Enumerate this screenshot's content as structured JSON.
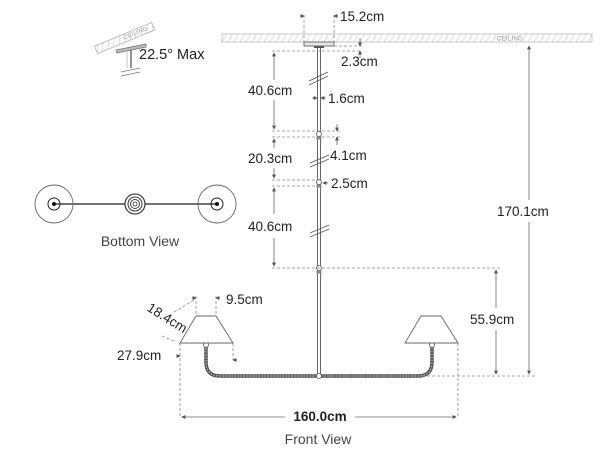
{
  "diagram": {
    "type": "dimension-drawing",
    "subject": "two-light linear pendant chandelier",
    "views": {
      "front": {
        "caption": "Front View"
      },
      "bottom": {
        "caption": "Bottom View"
      },
      "tilt": {
        "label": "22.5° Max",
        "ceiling_text": "CEILING"
      }
    },
    "ceiling_label": "CEILING",
    "dimensions": {
      "canopy_width": "15.2cm",
      "canopy_height": "2.3cm",
      "stem_upper": "40.6cm",
      "stem_diameter": "1.6cm",
      "stem_middle": "20.3cm",
      "coupler_upper": "4.1cm",
      "coupler_lower": "2.5cm",
      "stem_lower": "40.6cm",
      "overall_height": "170.1cm",
      "fixture_height": "55.9cm",
      "shade_top": "9.5cm",
      "shade_slant": "18.4cm",
      "shade_bottom": "27.9cm",
      "overall_width": "160.0cm"
    },
    "colors": {
      "line": "#555555",
      "dashed": "#8a8a8a",
      "text": "#222222",
      "caption": "#444444",
      "hatch": "#b0b0b0"
    }
  }
}
